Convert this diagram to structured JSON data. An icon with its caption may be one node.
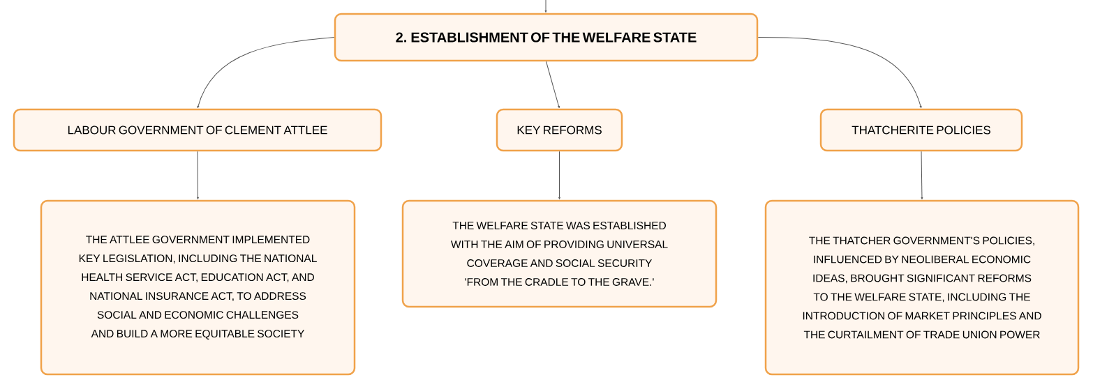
{
  "diagram": {
    "nodes": [
      {
        "text": [
          "2. ESTABLISHMENT OF THE WELFARE STATE"
        ]
      },
      {
        "text": [
          "LABOUR GOVERNMENT OF CLEMENT ATTLEE"
        ]
      },
      {
        "text": [
          "KEY REFORMS"
        ]
      },
      {
        "text": [
          "THATCHERITE POLICIES"
        ]
      },
      {
        "text": [
          "THE ATTLEE GOVERNMENT IMPLEMENTED KEY LEGISLATION, INCLUDING THE NATIONAL HEALTH SERVICE ACT, EDUCATION ACT, AND NATIONAL INSURANCE ACT, TO ADDRESS SOCIAL AND ECONOMIC CHALLENGES AND BUILD A MORE EQUITABLE SOCIETY"
        ]
      },
      {
        "text": [
          "THE WELFARE STATE WAS ESTABLISHED WITH THE AIM OF PROVIDING UNIVERSAL COVERAGE AND SOCIAL SECURITY 'FROM THE CRADLE TO THE GRAVE.'"
        ]
      },
      {
        "text": [
          "THE THATCHER GOVERNMENT'S POLICIES, INFLUENCED BY NEOLIBERAL ECONOMIC IDEAS, BROUGHT SIGNIFICANT REFORMS TO THE WELFARE STATE, INCLUDING THE INTRODUCTION OF MARKET PRINCIPLES AND THE CURTAILMENT OF TRADE UNION POWER"
        ]
      }
    ],
    "edges": [
      {
        "from": null,
        "to": 0,
        "arrow": "to"
      },
      {
        "from": 0,
        "to": 1,
        "arrow": "to"
      },
      {
        "from": 0,
        "to": 2,
        "arrow": "to"
      },
      {
        "from": 0,
        "to": 3,
        "arrow": "to"
      },
      {
        "from": 1,
        "to": 4,
        "arrow": "to"
      },
      {
        "from": 2,
        "to": 5,
        "arrow": "to"
      },
      {
        "from": 3,
        "to": 6,
        "arrow": "to"
      }
    ]
  }
}
